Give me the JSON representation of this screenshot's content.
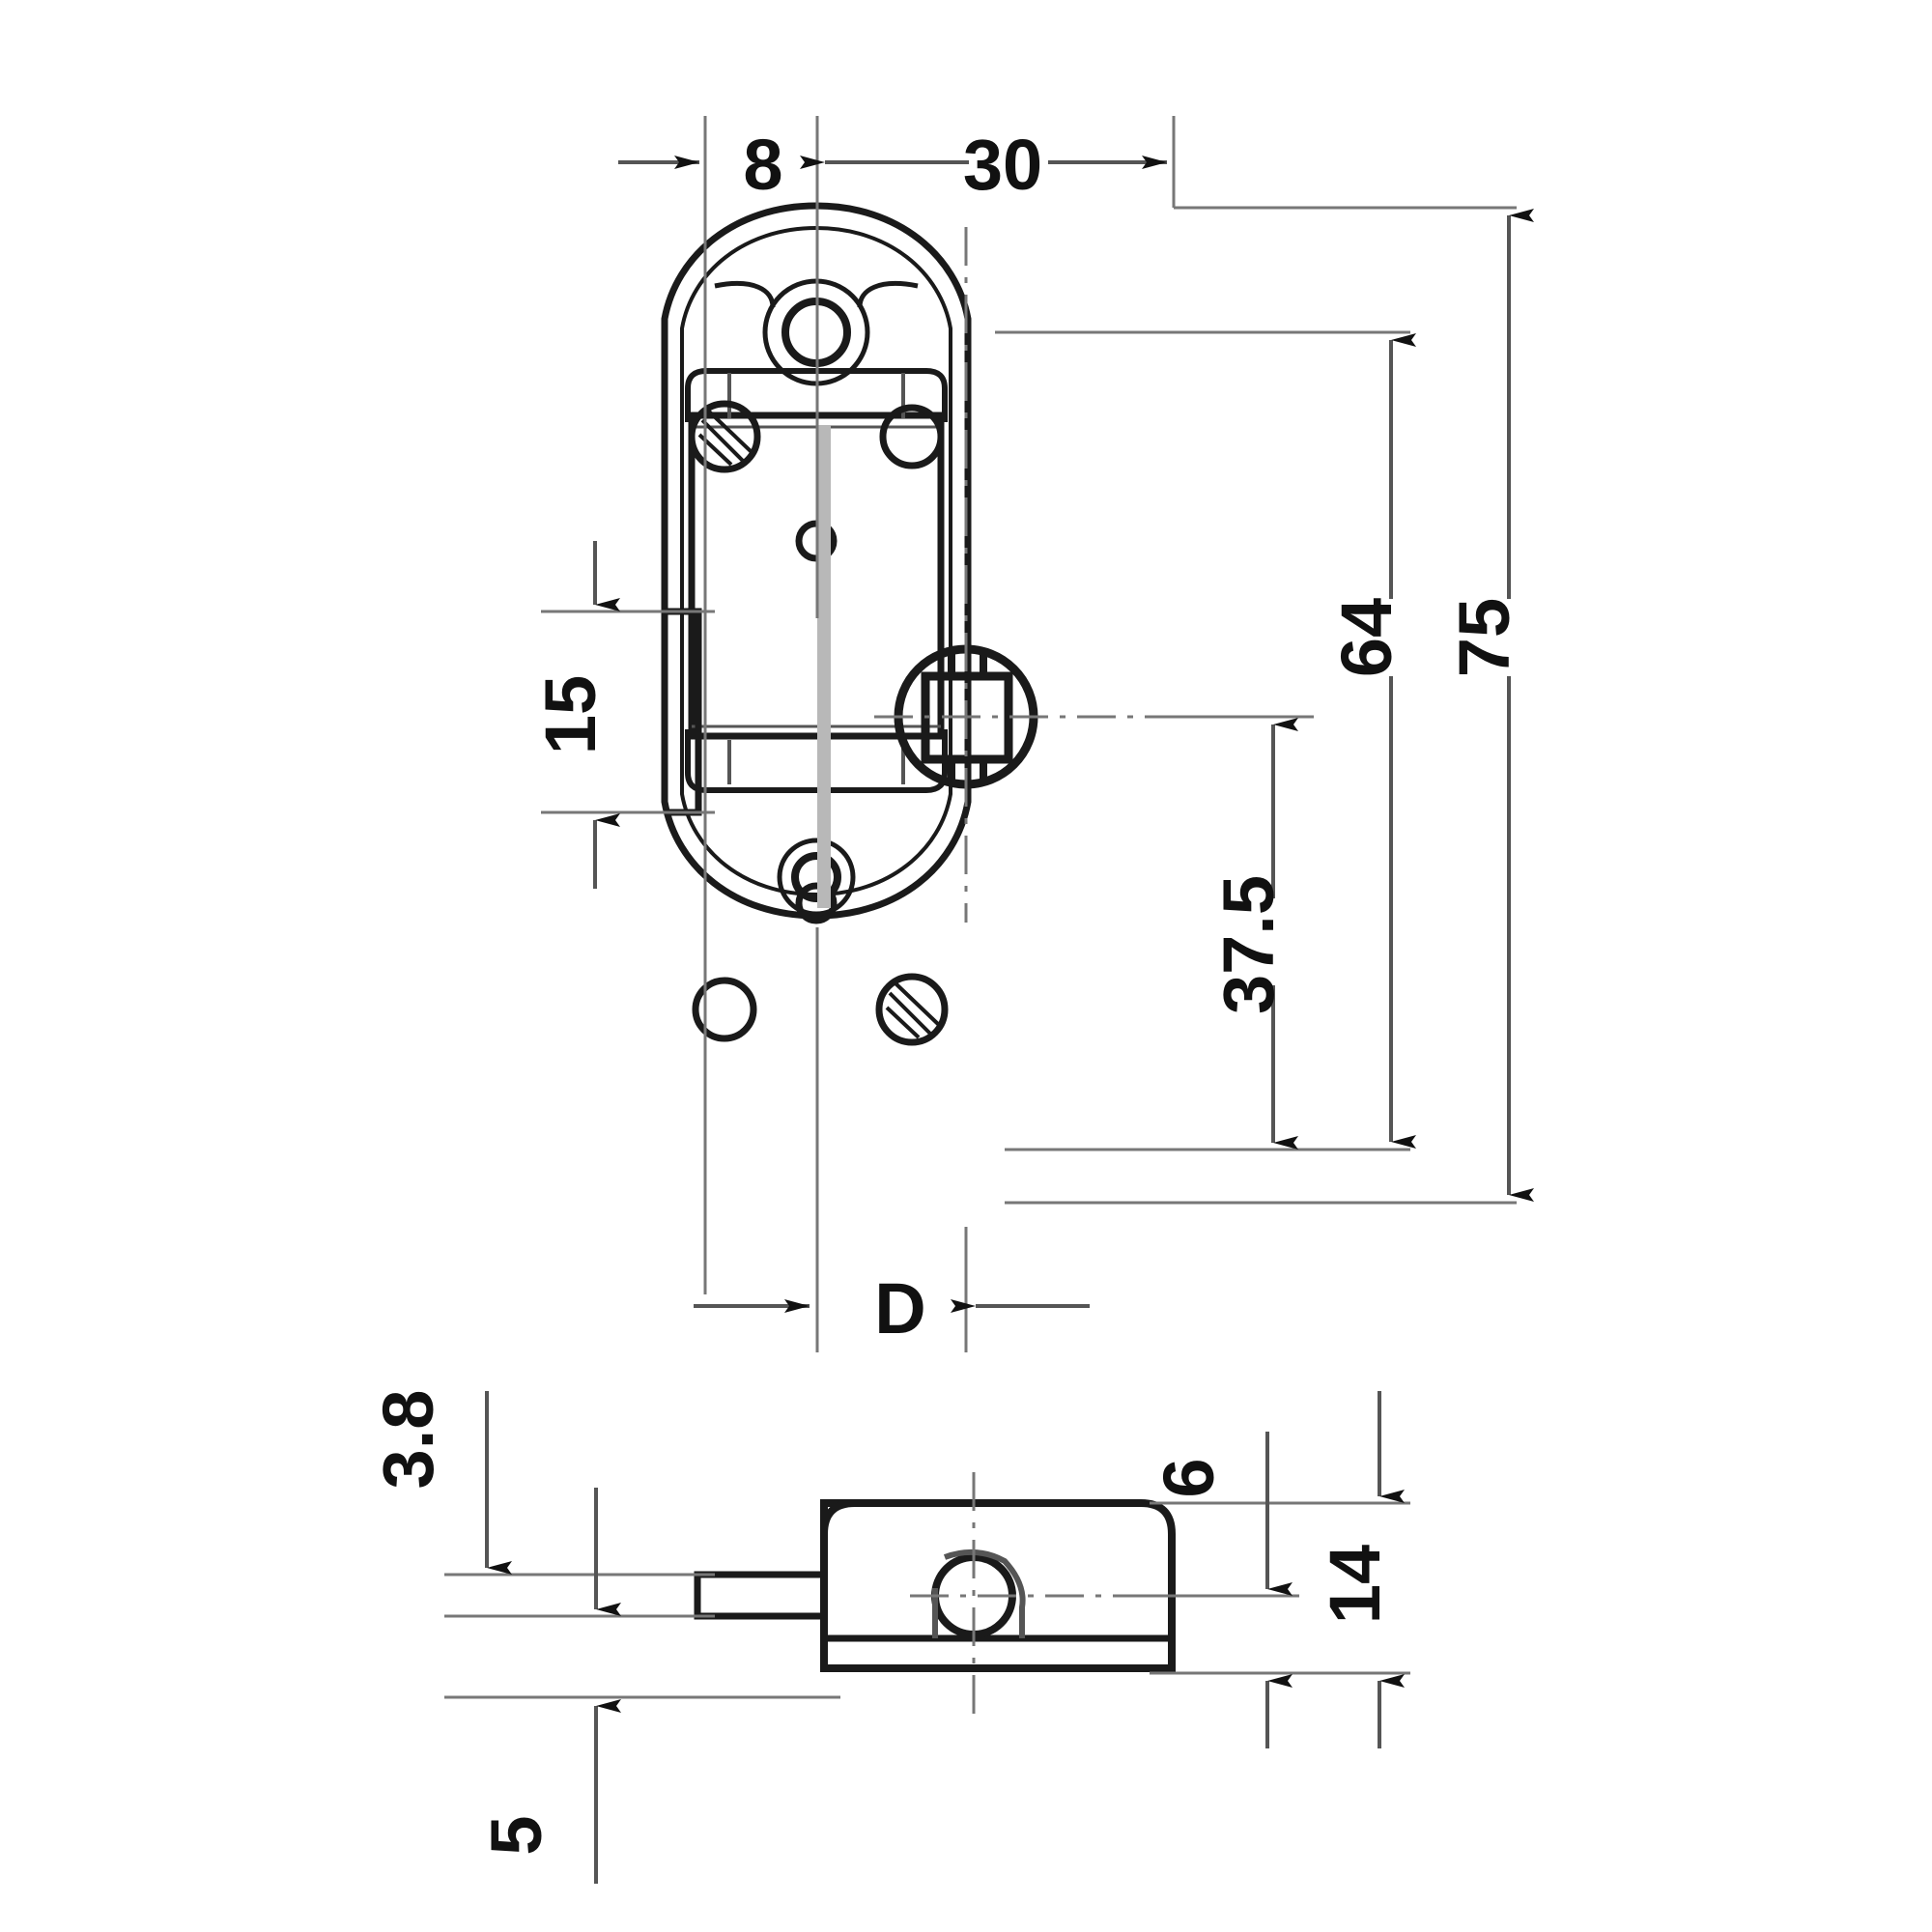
{
  "drawing": {
    "title": "Cam lock technical dimension drawing",
    "units": "mm",
    "line_color": "#1a1a1a",
    "dim_line_color": "#555555",
    "background_color": "#ffffff",
    "views": [
      {
        "name": "front-view",
        "label": ""
      },
      {
        "name": "side-view",
        "label": ""
      }
    ]
  },
  "dimensions": {
    "top_flange_thickness": "8",
    "top_body_width": "30",
    "left_bolt_height": "15",
    "right_overall_height": "75",
    "right_hole_spacing": "64",
    "right_center_height": "37.5",
    "bottom_center_label": "D",
    "side_top_offset": "3.8",
    "side_bottom_offset": "5",
    "side_right_small": "6",
    "side_right_total": "14"
  },
  "chart_data": {
    "type": "table",
    "title": "Cam lock dimensions (mm)",
    "categories": [
      "8",
      "30",
      "15",
      "75",
      "64",
      "37.5",
      "D",
      "3.8",
      "5",
      "6",
      "14"
    ],
    "values": [
      8,
      30,
      15,
      75,
      64,
      37.5,
      null,
      3.8,
      5,
      6,
      14
    ]
  }
}
